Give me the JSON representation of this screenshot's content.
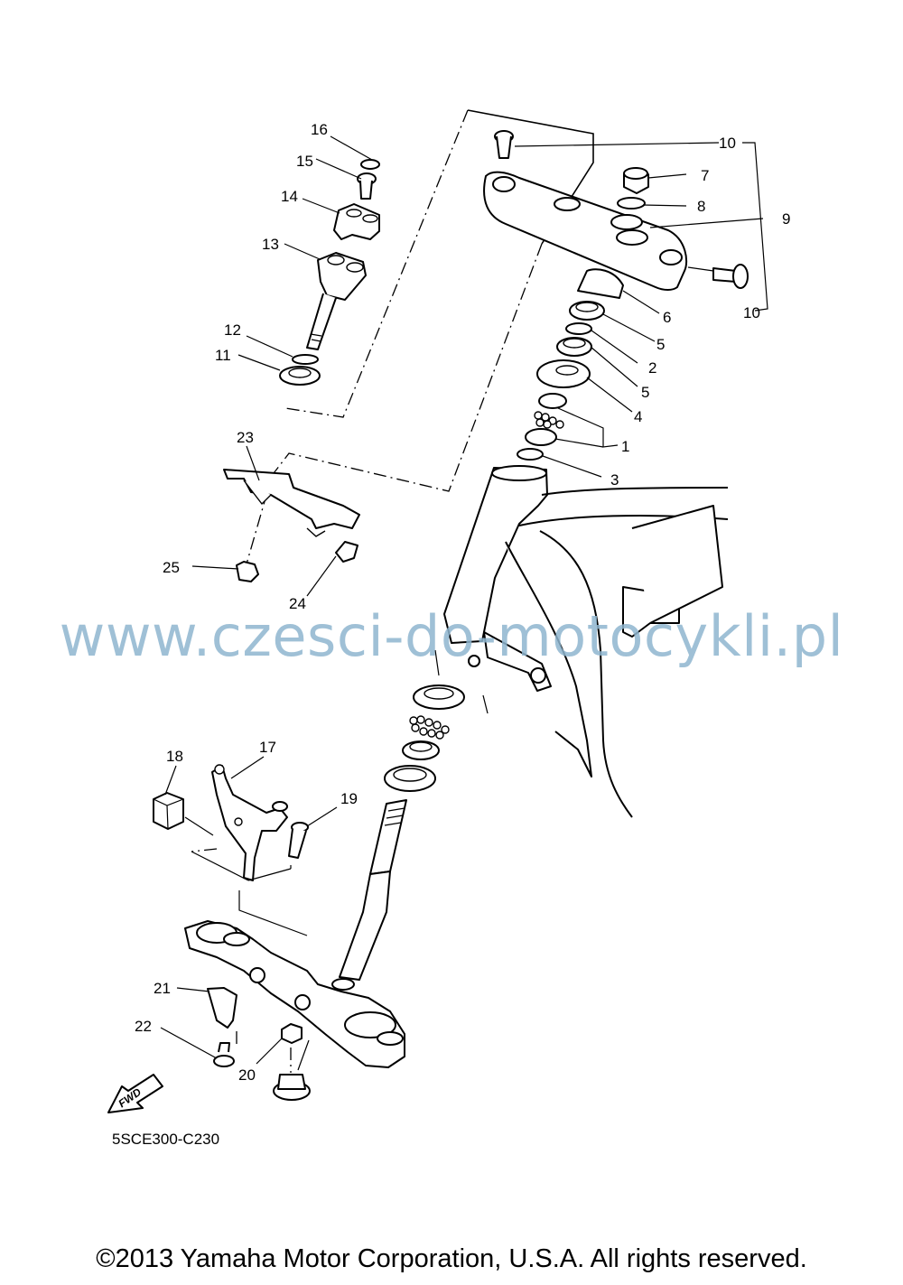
{
  "callouts": [
    {
      "id": "c1",
      "text": "1"
    },
    {
      "id": "c2",
      "text": "2"
    },
    {
      "id": "c3",
      "text": "3"
    },
    {
      "id": "c4",
      "text": "4"
    },
    {
      "id": "c5a",
      "text": "5"
    },
    {
      "id": "c5b",
      "text": "5"
    },
    {
      "id": "c6",
      "text": "6"
    },
    {
      "id": "c7",
      "text": "7"
    },
    {
      "id": "c8",
      "text": "8"
    },
    {
      "id": "c9",
      "text": "9"
    },
    {
      "id": "c10a",
      "text": "10"
    },
    {
      "id": "c10b",
      "text": "10"
    },
    {
      "id": "c11",
      "text": "11"
    },
    {
      "id": "c12",
      "text": "12"
    },
    {
      "id": "c13",
      "text": "13"
    },
    {
      "id": "c14",
      "text": "14"
    },
    {
      "id": "c15",
      "text": "15"
    },
    {
      "id": "c16",
      "text": "16"
    },
    {
      "id": "c17",
      "text": "17"
    },
    {
      "id": "c18",
      "text": "18"
    },
    {
      "id": "c19",
      "text": "19"
    },
    {
      "id": "c20",
      "text": "20"
    },
    {
      "id": "c21",
      "text": "21"
    },
    {
      "id": "c22",
      "text": "22"
    },
    {
      "id": "c23",
      "text": "23"
    },
    {
      "id": "c24",
      "text": "24"
    },
    {
      "id": "c25",
      "text": "25"
    }
  ],
  "fwd_label": "FWD",
  "diagram_code": "5SCE300-C230",
  "watermark": "www.czesci-do-motocykli.pl",
  "copyright": "©2013 Yamaha Motor Corporation, U.S.A. All rights reserved.",
  "colors": {
    "line": "#000000",
    "watermark": "#8fb6cf",
    "background": "#ffffff"
  }
}
